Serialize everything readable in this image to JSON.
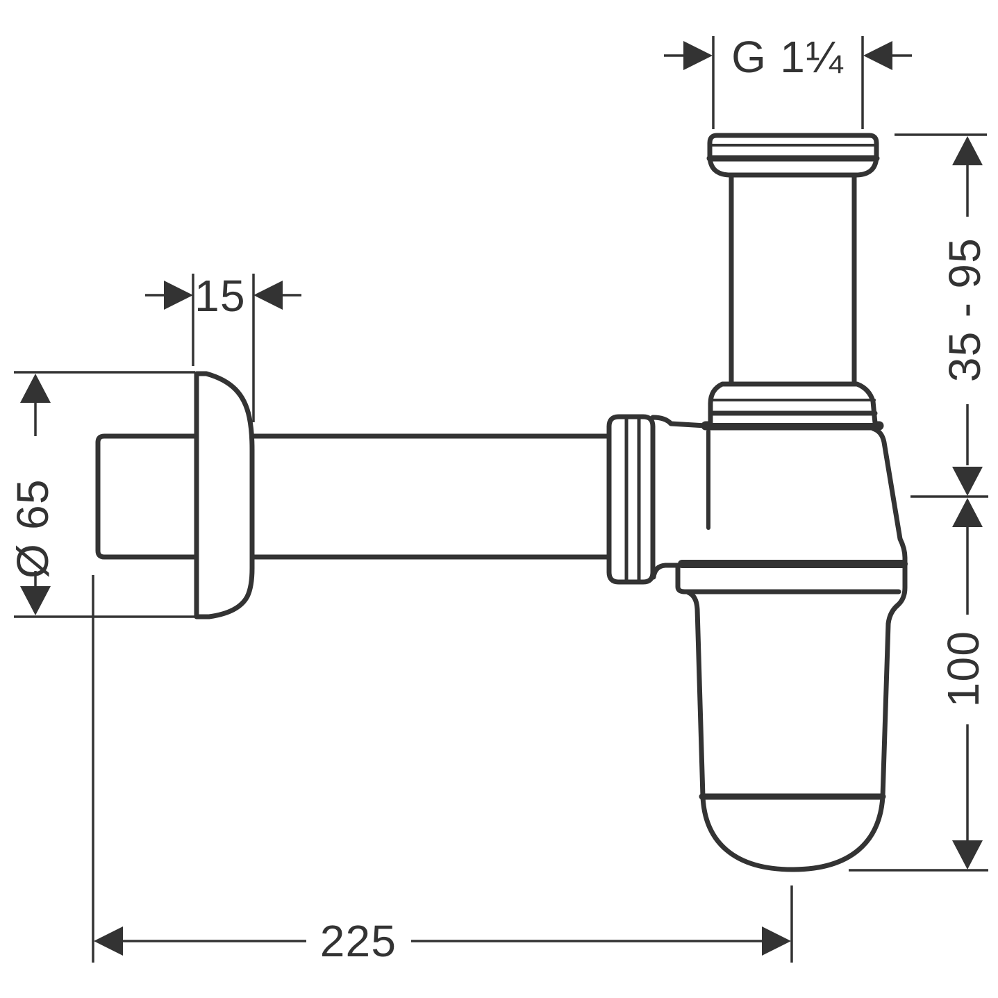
{
  "drawing": {
    "line_color": "#333333",
    "background_color": "#ffffff",
    "dimensions": {
      "thread_size": "G 1¼",
      "flange_depth": "15",
      "pipe_diameter": "Ø 65",
      "inlet_height_range": "35 - 95",
      "cup_height": "100",
      "overall_length": "225"
    }
  }
}
